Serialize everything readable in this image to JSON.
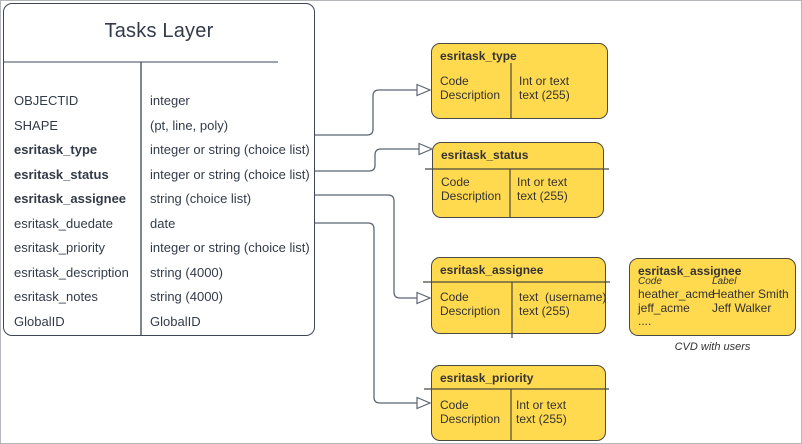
{
  "table": {
    "title": "Tasks Layer",
    "rows": [
      {
        "field": "OBJECTID",
        "type": "integer"
      },
      {
        "field": "SHAPE",
        "type": "(pt, line, poly)"
      },
      {
        "field": "esritask_type",
        "type": "integer or string (choice list)"
      },
      {
        "field": "esritask_status",
        "type": "integer or string (choice list)"
      },
      {
        "field": "esritask_assignee",
        "type": "string (choice list)"
      },
      {
        "field": "esritask_duedate",
        "type": "date"
      },
      {
        "field": "esritask_priority",
        "type": "integer or string (choice list)"
      },
      {
        "field": "esritask_description",
        "type": "string (4000)"
      },
      {
        "field": "esritask_notes",
        "type": "string (4000)"
      },
      {
        "field": "GlobalID",
        "type": "GlobalID"
      }
    ]
  },
  "domains": [
    {
      "title": "esritask_type",
      "left1": "Code",
      "left2": "Description",
      "right1": "Int or text",
      "right2": "text (255)"
    },
    {
      "title": "esritask_status",
      "left1": "Code",
      "left2": "Description",
      "right1": "Int or text",
      "right2": "text (255)"
    },
    {
      "title": "esritask_assignee",
      "left1": "Code",
      "left2": "Description",
      "right1": "text  (username)",
      "right2": "text (255)"
    },
    {
      "title": "esritask_priority",
      "left1": "Code",
      "left2": "Description",
      "right1": "Int or text",
      "right2": "text (255)"
    }
  ],
  "cvd": {
    "title": "esritask_assignee",
    "header_code": "Code",
    "header_label": "Label",
    "rows": [
      {
        "code": "heather_acme",
        "label": "Heather Smith"
      },
      {
        "code": "jeff_acme",
        "label": "Jeff Walker"
      }
    ],
    "ellipsis": "....",
    "caption": "CVD with users"
  },
  "colors": {
    "yellow": "#FFD94E",
    "yellow_border": "#4A4A42",
    "table_border": "#3E4656",
    "text": "#333B49",
    "connector": "#5C6670",
    "frame": "#B3B7BB",
    "divider": "#7F8590"
  }
}
